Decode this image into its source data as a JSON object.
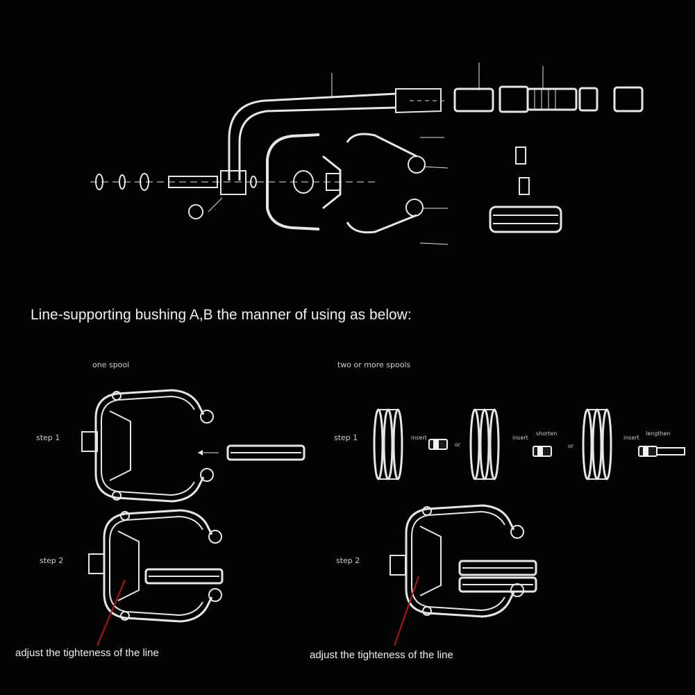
{
  "heading": "Line-supporting bushing A,B the manner of using as below:",
  "left_section": {
    "title": "one spool",
    "step1": "step 1",
    "step2": "step 2",
    "caption": "adjust the tighteness of the line"
  },
  "right_section": {
    "title": "two or more spools",
    "step1": "step 1",
    "step2": "step 2",
    "caption": "adjust the tighteness of the line",
    "option1": "insert",
    "option2_insert": "insert",
    "option2_action": "shorten",
    "option3_insert": "insert",
    "option3_action": "lengthen",
    "or1": "or",
    "or2": "or"
  },
  "colors": {
    "background": "#020202",
    "line": "#e6e6e6",
    "pointer": "#b01818"
  }
}
